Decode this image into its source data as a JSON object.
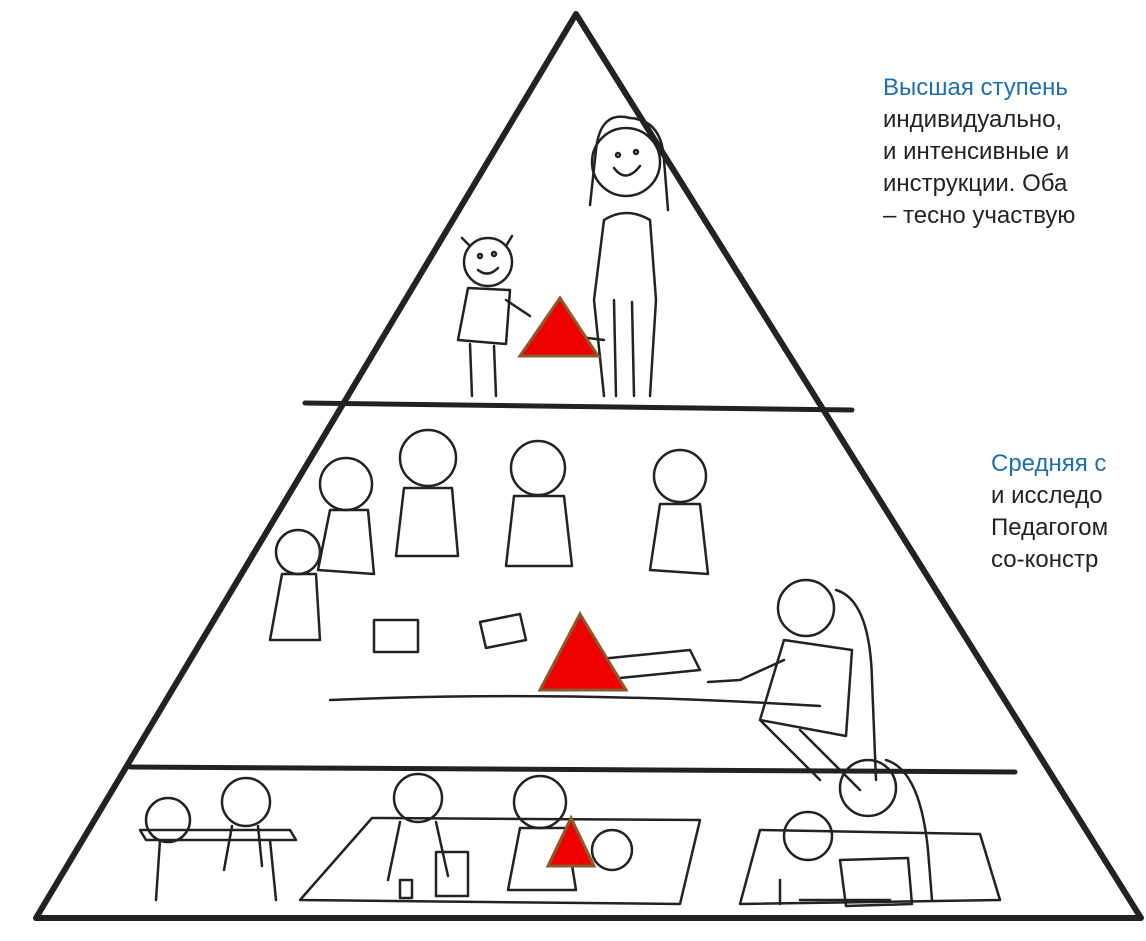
{
  "captions": {
    "top": {
      "heading": "Высшая ступень",
      "lines": [
        "индивидуально,",
        "и интенсивные и",
        "инструкции. Оба",
        "– тесно участвую"
      ]
    },
    "middle": {
      "heading": "Средняя с",
      "lines": [
        "и исследо",
        "Педагогом",
        "со-констр"
      ]
    }
  },
  "colors": {
    "outline": "#222222",
    "marker": "#ee0000",
    "marker_edge": "#8a5a2b",
    "heading_text": "#1f6fb0",
    "body_text": "#222222"
  },
  "tiers": [
    {
      "id": "top",
      "figures": [
        "teacher",
        "child"
      ]
    },
    {
      "id": "middle",
      "figures": [
        "children-group",
        "teacher"
      ]
    },
    {
      "id": "bottom",
      "figures": [
        "children-at-table",
        "children-playing",
        "teacher-reading"
      ]
    }
  ]
}
